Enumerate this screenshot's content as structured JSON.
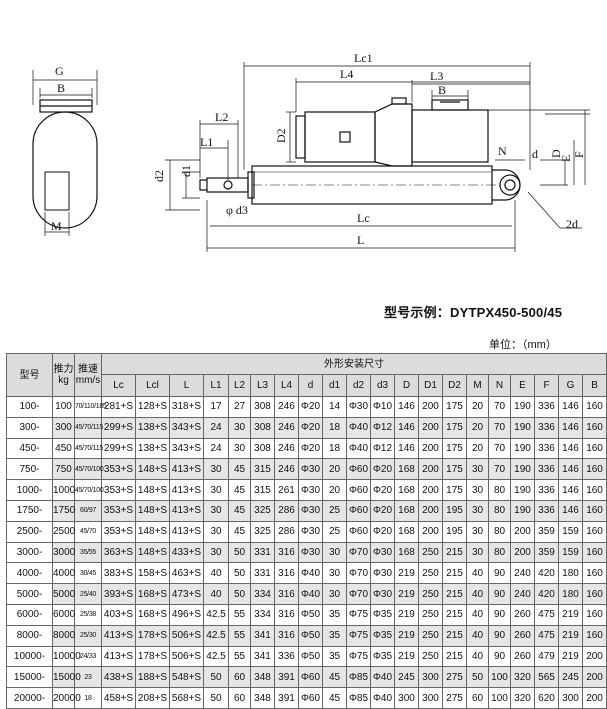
{
  "drawing": {
    "labels": {
      "G": "G",
      "B_left": "B",
      "M": "M",
      "Lc1": "Lc1",
      "L4": "L4",
      "L3": "L3",
      "B_right": "B",
      "L2": "L2",
      "L1": "L1",
      "D2": "D2",
      "d2": "d2",
      "d1": "d1",
      "d3": "φ d3",
      "N": "N",
      "d": "d",
      "D": "D",
      "E": "E",
      "F": "F",
      "Lc": "Lc",
      "L": "L",
      "two_d": "2d"
    }
  },
  "example": "型号示例：DYTPX450-500/45",
  "unit": "单位：（mm）",
  "table": {
    "header": {
      "model": "型号",
      "thrust": "推力\nkg",
      "speed": "推速\nmm/s",
      "dims_group": "外形安装尺寸",
      "dims": [
        "Lc",
        "Lcl",
        "L",
        "L1",
        "L2",
        "L3",
        "L4",
        "d",
        "d1",
        "d2",
        "d3",
        "D",
        "D1",
        "D2",
        "M",
        "N",
        "E",
        "F",
        "G",
        "B"
      ]
    },
    "series_letters": [
      "D",
      "Y",
      "T",
      "P",
      "X"
    ],
    "rows": [
      {
        "model": "100-",
        "thrust": "100",
        "speed": "70/110/185",
        "v": [
          "281+S",
          "128+S",
          "318+S",
          "17",
          "27",
          "308",
          "246",
          "Φ20",
          "14",
          "Φ30",
          "Φ10",
          "146",
          "200",
          "175",
          "20",
          "70",
          "190",
          "336",
          "146",
          "160"
        ]
      },
      {
        "model": "300-",
        "thrust": "300",
        "speed": "45/70/115",
        "v": [
          "299+S",
          "138+S",
          "343+S",
          "24",
          "30",
          "308",
          "246",
          "Φ20",
          "18",
          "Φ40",
          "Φ12",
          "146",
          "200",
          "175",
          "20",
          "70",
          "190",
          "336",
          "146",
          "160"
        ]
      },
      {
        "model": "450-",
        "thrust": "450",
        "speed": "45/70/115",
        "v": [
          "299+S",
          "138+S",
          "343+S",
          "24",
          "30",
          "308",
          "246",
          "Φ20",
          "18",
          "Φ40",
          "Φ12",
          "146",
          "200",
          "175",
          "20",
          "70",
          "190",
          "336",
          "146",
          "160"
        ]
      },
      {
        "model": "750-",
        "thrust": "750",
        "speed": "45/70/100",
        "v": [
          "353+S",
          "148+S",
          "413+S",
          "30",
          "45",
          "315",
          "246",
          "Φ30",
          "20",
          "Φ60",
          "Φ20",
          "168",
          "200",
          "175",
          "30",
          "70",
          "190",
          "336",
          "146",
          "160"
        ]
      },
      {
        "model": "1000-",
        "thrust": "1000",
        "speed": "45/70/100",
        "v": [
          "353+S",
          "148+S",
          "413+S",
          "30",
          "45",
          "315",
          "261",
          "Φ30",
          "20",
          "Φ60",
          "Φ20",
          "168",
          "200",
          "175",
          "30",
          "80",
          "190",
          "336",
          "146",
          "160"
        ]
      },
      {
        "model": "1750-",
        "thrust": "1750",
        "speed": "60/97",
        "v": [
          "353+S",
          "148+S",
          "413+S",
          "30",
          "45",
          "325",
          "286",
          "Φ30",
          "25",
          "Φ60",
          "Φ20",
          "168",
          "200",
          "195",
          "30",
          "80",
          "190",
          "336",
          "146",
          "160"
        ]
      },
      {
        "model": "2500-",
        "thrust": "2500",
        "speed": "45/70",
        "v": [
          "353+S",
          "148+S",
          "413+S",
          "30",
          "45",
          "325",
          "286",
          "Φ30",
          "25",
          "Φ60",
          "Φ20",
          "168",
          "200",
          "195",
          "30",
          "80",
          "200",
          "359",
          "159",
          "160"
        ]
      },
      {
        "model": "3000-",
        "thrust": "3000",
        "speed": "35/55",
        "v": [
          "363+S",
          "148+S",
          "433+S",
          "30",
          "50",
          "331",
          "316",
          "Φ30",
          "30",
          "Φ70",
          "Φ30",
          "168",
          "250",
          "215",
          "30",
          "80",
          "200",
          "359",
          "159",
          "160"
        ]
      },
      {
        "model": "4000-",
        "thrust": "4000",
        "speed": "30/45",
        "v": [
          "383+S",
          "158+S",
          "463+S",
          "40",
          "50",
          "331",
          "316",
          "Φ40",
          "30",
          "Φ70",
          "Φ30",
          "219",
          "250",
          "215",
          "40",
          "90",
          "240",
          "420",
          "180",
          "160"
        ]
      },
      {
        "model": "5000-",
        "thrust": "5000",
        "speed": "25/40",
        "v": [
          "393+S",
          "168+S",
          "473+S",
          "40",
          "50",
          "334",
          "316",
          "Φ40",
          "30",
          "Φ70",
          "Φ30",
          "219",
          "250",
          "215",
          "40",
          "90",
          "240",
          "420",
          "180",
          "160"
        ]
      },
      {
        "model": "6000-",
        "thrust": "6000",
        "speed": "25/38",
        "v": [
          "403+S",
          "168+S",
          "496+S",
          "42.5",
          "55",
          "334",
          "316",
          "Φ50",
          "35",
          "Φ75",
          "Φ35",
          "219",
          "250",
          "215",
          "40",
          "90",
          "260",
          "475",
          "219",
          "160"
        ]
      },
      {
        "model": "8000-",
        "thrust": "8000",
        "speed": "25/30",
        "v": [
          "413+S",
          "178+S",
          "506+S",
          "42.5",
          "55",
          "341",
          "316",
          "Φ50",
          "35",
          "Φ75",
          "Φ35",
          "219",
          "250",
          "215",
          "40",
          "90",
          "260",
          "475",
          "219",
          "160"
        ]
      },
      {
        "model": "10000-",
        "thrust": "10000",
        "speed": "24/33",
        "v": [
          "413+S",
          "178+S",
          "506+S",
          "42.5",
          "55",
          "341",
          "336",
          "Φ50",
          "35",
          "Φ75",
          "Φ35",
          "219",
          "250",
          "215",
          "40",
          "90",
          "260",
          "479",
          "219",
          "200"
        ]
      },
      {
        "model": "15000-",
        "thrust": "15000",
        "speed": "23",
        "v": [
          "438+S",
          "188+S",
          "548+S",
          "50",
          "60",
          "348",
          "391",
          "Φ60",
          "45",
          "Φ85",
          "Φ40",
          "245",
          "300",
          "275",
          "50",
          "100",
          "320",
          "565",
          "245",
          "200"
        ]
      },
      {
        "model": "20000-",
        "thrust": "20000",
        "speed": "18",
        "v": [
          "458+S",
          "208+S",
          "568+S",
          "50",
          "60",
          "348",
          "391",
          "Φ60",
          "45",
          "Φ85",
          "Φ40",
          "300",
          "300",
          "275",
          "60",
          "100",
          "320",
          "620",
          "300",
          "200"
        ]
      }
    ]
  }
}
